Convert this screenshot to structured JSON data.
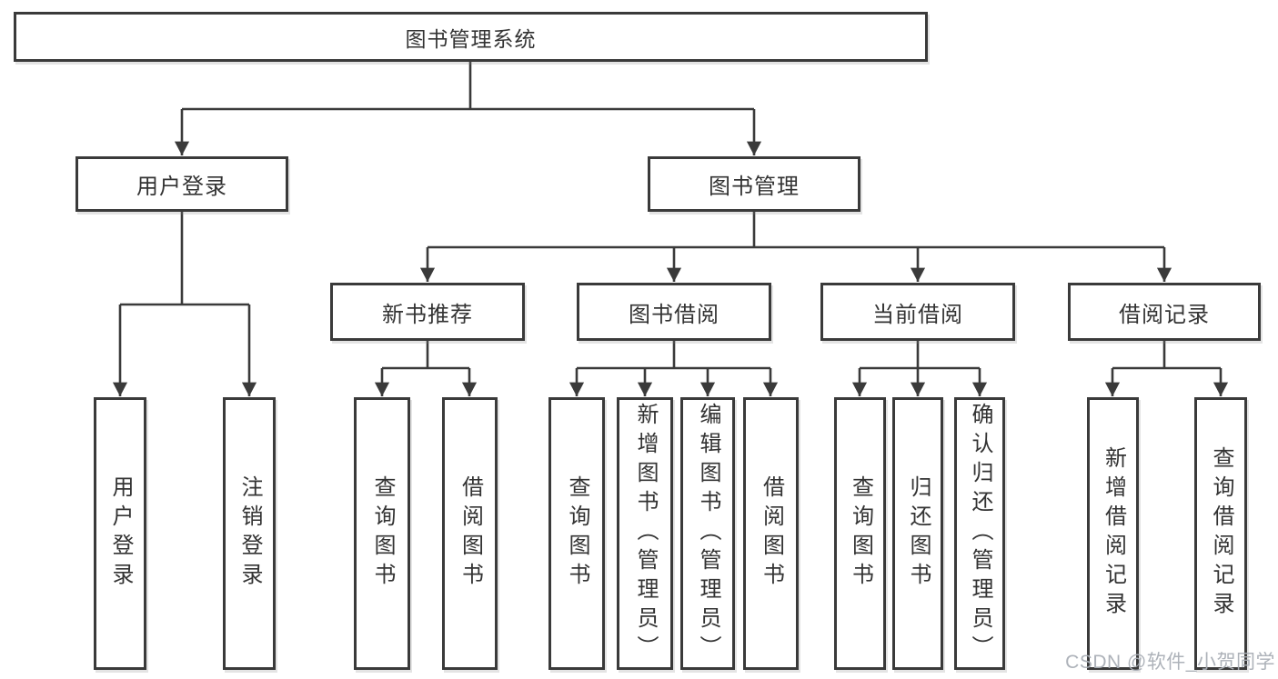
{
  "tree": {
    "label": "图书管理系统",
    "children": [
      {
        "label": "用户登录",
        "children": [
          {
            "label": "用户登录"
          },
          {
            "label": "注销登录"
          }
        ]
      },
      {
        "label": "图书管理",
        "children": [
          {
            "label": "新书推荐",
            "children": [
              {
                "label": "查询图书"
              },
              {
                "label": "借阅图书"
              }
            ]
          },
          {
            "label": "图书借阅",
            "children": [
              {
                "label": "查询图书"
              },
              {
                "label": "新增图书（管理员）"
              },
              {
                "label": "编辑图书（管理员）"
              },
              {
                "label": "借阅图书"
              }
            ]
          },
          {
            "label": "当前借阅",
            "children": [
              {
                "label": "查询图书"
              },
              {
                "label": "归还图书"
              },
              {
                "label": "确认归还（管理员）"
              }
            ]
          },
          {
            "label": "借阅记录",
            "children": [
              {
                "label": "新增借阅记录"
              },
              {
                "label": "查询借阅记录"
              }
            ]
          }
        ]
      }
    ]
  },
  "watermark": {
    "text": "CSDN @软件_小贺同学"
  },
  "colors": {
    "line": "#3a3a3a",
    "box_border": "#3a3a3a",
    "text": "#333333",
    "watermark": "#a9aeb6",
    "background": "#ffffff"
  }
}
